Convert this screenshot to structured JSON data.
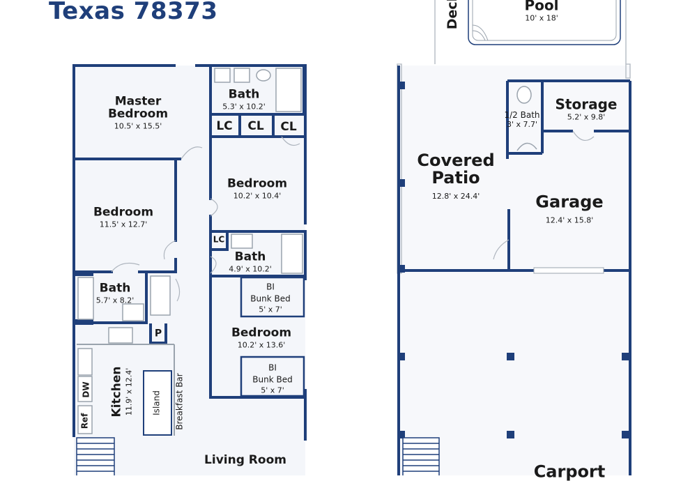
{
  "header": {
    "title": "Texas 78373"
  },
  "rooms": {
    "master_bedroom": {
      "name_line1": "Master",
      "name_line2": "Bedroom",
      "dims": "10.5' x 15.5'"
    },
    "master_bath": {
      "name": "Bath",
      "dims": "5.3' x  10.2'"
    },
    "lc_1": "LC",
    "cl_1": "CL",
    "cl_2": "CL",
    "bedroom_2": {
      "name": "Bedroom",
      "dims": "10.2' x 10.4'"
    },
    "bedroom_3": {
      "name": "Bedroom",
      "dims": "11.5' x 12.7'"
    },
    "lc_2": "LC",
    "hall_bath": {
      "name": "Bath",
      "dims": "4.9' x 10.2'"
    },
    "bath_3": {
      "name": "Bath",
      "dims": "5.7' x 8.2'"
    },
    "bunk_1": {
      "line1": "BI",
      "line2": "Bunk Bed",
      "dims": "5' x 7'"
    },
    "bedroom_4": {
      "name": "Bedroom",
      "dims": "10.2' x 13.6'"
    },
    "bunk_2": {
      "line1": "BI",
      "line2": "Bunk Bed",
      "dims": "5' x 7'"
    },
    "pantry": "P",
    "kitchen": {
      "name": "Kitchen",
      "dims": "11.9' x 12.4'"
    },
    "island": "Island",
    "breakfast_bar": "Breakfast Bar",
    "dw": "DW",
    "ref": "Ref",
    "living_room": "Living Room",
    "deck": "Deck",
    "pool": {
      "name": "Pool",
      "dims": "10' x 18'"
    },
    "half_bath": {
      "name": "1/2 Bath",
      "dims": "3' x 7.7'"
    },
    "storage": {
      "name": "Storage",
      "dims": "5.2' x 9.8'"
    },
    "covered_patio": {
      "name_line1": "Covered",
      "name_line2": "Patio",
      "dims": "12.8' x 24.4'"
    },
    "garage": {
      "name": "Garage",
      "dims": "12.4' x 15.8'"
    },
    "carport": "Carport"
  },
  "colors": {
    "wall": "#1f3f7a",
    "title": "#1f3f7a",
    "floor": "#f4f6fa",
    "fixture": "#9aa3ad"
  }
}
